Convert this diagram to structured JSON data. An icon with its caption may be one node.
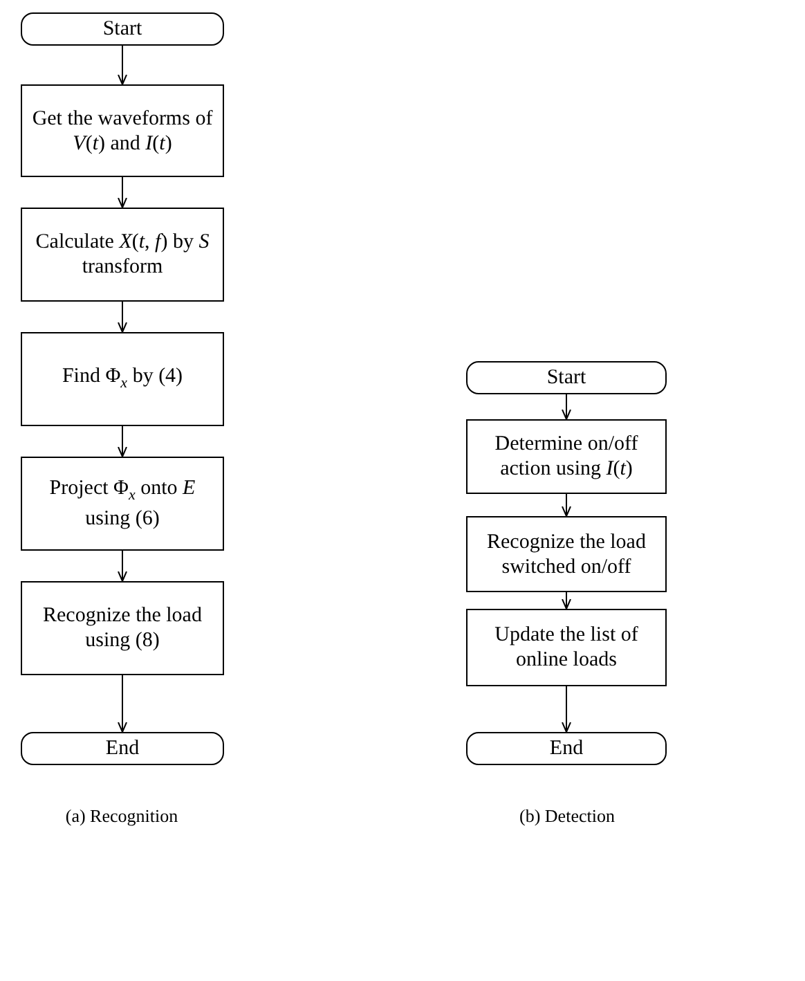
{
  "diagram": {
    "nodes": [
      {
        "text": [
          "Start"
        ]
      },
      {
        "text": [
          "Get the waveforms of *V*(*t*) and *I*(*t*)"
        ]
      },
      {
        "text": [
          "Calculate *X*(*t*, *f*) by *S* transform"
        ]
      },
      {
        "text": [
          "Find Φ$_{x}$ by (4)"
        ]
      },
      {
        "text": [
          "Project Φ$_{x}$ onto *E* using (6)"
        ]
      },
      {
        "text": [
          "Recognize the load using (8)"
        ]
      },
      {
        "text": [
          "End"
        ]
      },
      {
        "text": [
          "Start"
        ]
      },
      {
        "text": [
          "Determine on/off action using *I*(*t*)"
        ]
      },
      {
        "text": [
          "Recognize the load switched on/off"
        ]
      },
      {
        "text": [
          "Update the list of online loads"
        ]
      },
      {
        "text": [
          "End"
        ]
      }
    ],
    "edges": [
      {
        "from": 0,
        "to": 1,
        "arrow": "to"
      },
      {
        "from": 1,
        "to": 2,
        "arrow": "to"
      },
      {
        "from": 2,
        "to": 3,
        "arrow": "to"
      },
      {
        "from": 3,
        "to": 4,
        "arrow": "to"
      },
      {
        "from": 4,
        "to": 5,
        "arrow": "to"
      },
      {
        "from": 5,
        "to": 6,
        "arrow": "to"
      },
      {
        "from": 7,
        "to": 8,
        "arrow": "to"
      },
      {
        "from": 8,
        "to": 9,
        "arrow": "to"
      },
      {
        "from": 9,
        "to": 10,
        "arrow": "to"
      },
      {
        "from": 10,
        "to": 11,
        "arrow": "to"
      }
    ],
    "labels": [
      "(a) Recognition",
      "(b) Detection"
    ]
  }
}
